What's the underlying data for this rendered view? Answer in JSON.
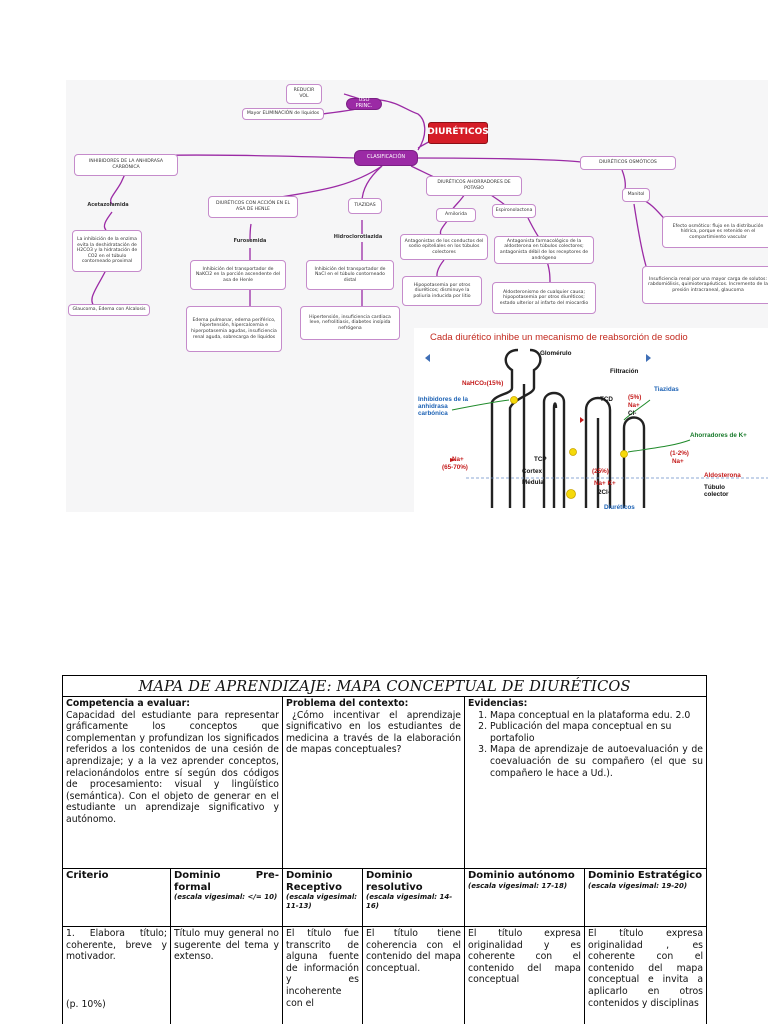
{
  "concept_map": {
    "main_title": "DIURÉTICOS",
    "uso_princ": "USO PRINC.",
    "reducir_vol": "REDUCIR VOL",
    "mayor_eliminacion": "Mayor ELIMINACIÓN de líquidos",
    "clasificacion": "CLASIFICACIÓN",
    "inhibidores_anhidrasa": "INHIBIDORES DE LA ANHIDRASA CARBÓNICA",
    "acetazolamida": "Acetazolamida",
    "acetazolamida_desc": "La inhibición de la enzima evita la deshidratación de H2CO3 y la hidratación de CO2 en el túbulo contorneado proximal",
    "acetazolamida_uso": "Glaucoma, Edema con Alcalosis",
    "asa_henle": "DIURÉTICOS CON ACCIÓN EN EL ASA DE HENLE",
    "furosemida": "Furosemida",
    "furosemida_desc": "Inhibición del transportador de NaKCl2 en la porción ascendente del asa de Henle",
    "furosemida_uso": "Edema pulmonar, edema periférico, hipertensión, hipercalcemia e hiperpotasemia agudas, insuficiencia renal aguda, sobrecarga de líquidos",
    "tiazidas": "TIAZIDAS",
    "hidroclorotiazida": "Hidroclorotiazida",
    "hidroclorotiazida_desc": "Inhibición del transportador de NaCl en el túbulo contorneado distal",
    "hidroclorotiazida_uso": "Hipertensión, insuficiencia cardiaca leve, nefrolitiasis, diabetes insípida nefrógena",
    "ahorradores": "DIURÉTICOS AHORRADORES DE POTASIO",
    "amilorida": "Amilorida",
    "espironolactona": "Espironolactona",
    "amilorida_desc": "Antagonistas de los conductos del sodio epiteliales en los túbulos colectores",
    "espironolactona_desc": "Antagonista farmacológico de la aldosterona en túbulos colectores; antagonista débil de los receptores de andrógeno",
    "amilorida_uso": "Hipopotasemia por otros diuréticos; disminuye la poliuria inducida por litio",
    "espironolactona_uso": "Aldosteronismo de cualquier causa; hipopotasemia por otros diuréticos; estado ulterior al infarto del miocardio",
    "osmoticos": "DIURÉTICOS OSMÓTICOS",
    "manitol": "Manitol",
    "manitol_desc": "Efecto osmótico: flujo en la distribución hídrica, porque es retenido en el compartimiento vascular",
    "manitol_uso": "Insuficiencia renal por una mayor carga de solutos: rabdomiólisis, quimioterapéuticos. Incremento de la presión intracraneal, glaucoma"
  },
  "nephron": {
    "title": "Cada diurético inhibe un mecanismo de reabsorción de sodio",
    "glomerulo": "Glomérulo",
    "filtracion": "Filtración",
    "nahco3": "NaHCO",
    "nahco3_sub": "3",
    "nahco3_pct": "(15%)",
    "inhibidores_lbl": "Inhibidores de la anhidrasa carbónica",
    "tiazidas_lbl": "Tiazidas",
    "tcd": "TCD",
    "pct5": "(5%)",
    "na_plus": "Na+",
    "cl_minus": "Cl-",
    "ahorradores_lbl": "Ahorradores de K+",
    "pct_1_2": "(1-2%)",
    "na_plus_b": "Na+",
    "aldosterona": "Aldosterona",
    "na_left": "Na+",
    "pct_65_70": "(65-70%)",
    "tcp": "TCP",
    "cortex": "Cortex",
    "medula": "Médula",
    "pct25": "(25%)",
    "na_k": "Na+ K+",
    "two_cl": "2Cl-",
    "tubulo_colector": "Túbulo colector",
    "diureticos_cut": "Diuréticos"
  },
  "rubric": {
    "title": "MAPA DE APRENDIZAJE: MAPA CONCEPTUAL DE DIURÉTICOS",
    "competencia_head": "Competencia a evaluar:",
    "competencia_text": "Capacidad del estudiante para representar gráficamente los conceptos que complementan y profundizan los significados referidos a los contenidos de una cesión de aprendizaje; y a la vez aprender conceptos, relacionándolos entre sí según dos códigos de procesamiento: visual y lingüístico (semántica). Con el objeto de generar en el estudiante un aprendizaje significativo y autónomo.",
    "problema_head": "Problema del contexto:",
    "problema_text": "¿Cómo incentivar el aprendizaje significativo en los estudiantes de medicina a través de la elaboración de mapas conceptuales?",
    "evidencias_head": "Evidencias:",
    "evidencias": [
      "Mapa conceptual en la plataforma edu. 2.0",
      "Publicación del mapa conceptual en su portafolio",
      "Mapa de aprendizaje de autoevaluación y de coevaluación de su compañero (el que su compañero le hace a Ud.)."
    ],
    "criterio_head": "Criterio",
    "domains": [
      {
        "name": "Dominio Pre-formal",
        "scale": "(escala vigesimal: </= 10)"
      },
      {
        "name": "Dominio Receptivo",
        "scale": "(escala vigesimal: 11-13)"
      },
      {
        "name": "Dominio resolutivo",
        "scale": "(escala vigesimal: 14-16)"
      },
      {
        "name": "Dominio autónomo",
        "scale": "(escala vigesimal: 17-18)"
      },
      {
        "name": "Dominio Estratégico",
        "scale": "(escala vigesimal: 19-20)"
      }
    ],
    "row1": {
      "criterio": "1. Elabora título; coherente, breve y motivador.",
      "peso": "(p. 10%)",
      "cells": [
        "Título muy general no sugerente del tema y extenso.",
        "El título fue transcrito de alguna fuente de información y es incoherente con el",
        "El título tiene coherencia con el contenido del mapa conceptual.",
        "El título expresa originalidad y es coherente con el contenido del mapa conceptual",
        "El título expresa originalidad , es coherente con el contenido del mapa conceptual e invita a aplicarlo en otros contenidos y disciplinas"
      ]
    }
  },
  "colors": {
    "map_line": "#9b2aa5",
    "main_node": "#d51d27",
    "nephron_title": "#c32a1f"
  }
}
